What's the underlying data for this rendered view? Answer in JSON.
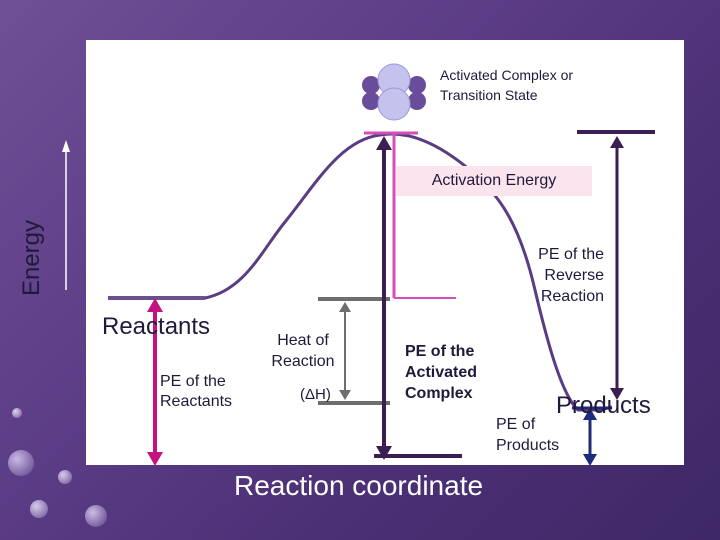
{
  "labels": {
    "activated_complex": "Activated Complex or Transition State",
    "activation_energy": "Activation Energy",
    "energy_axis": "Energy",
    "reactants": "Reactants",
    "pe_reactants": "PE of the Reactants",
    "heat_of_reaction": "Heat of Reaction",
    "delta_h": "(ΔH)",
    "pe_activated_complex": "PE of the Activated Complex",
    "pe_reverse": "PE of the Reverse Reaction",
    "products": "Products",
    "pe_products": "PE of Products",
    "x_axis": "Reaction coordinate"
  },
  "colors": {
    "background": "#5b3c86",
    "curve": "#5a3c82",
    "magenta_arrow": "#c2137e",
    "gray_arrow": "#6e6e6e",
    "dark_purple_arrow": "#3c1f52",
    "navy_arrow": "#1e2a7a",
    "pink_bracket": "#d64fb8",
    "molecule": "#6a4d9a"
  }
}
